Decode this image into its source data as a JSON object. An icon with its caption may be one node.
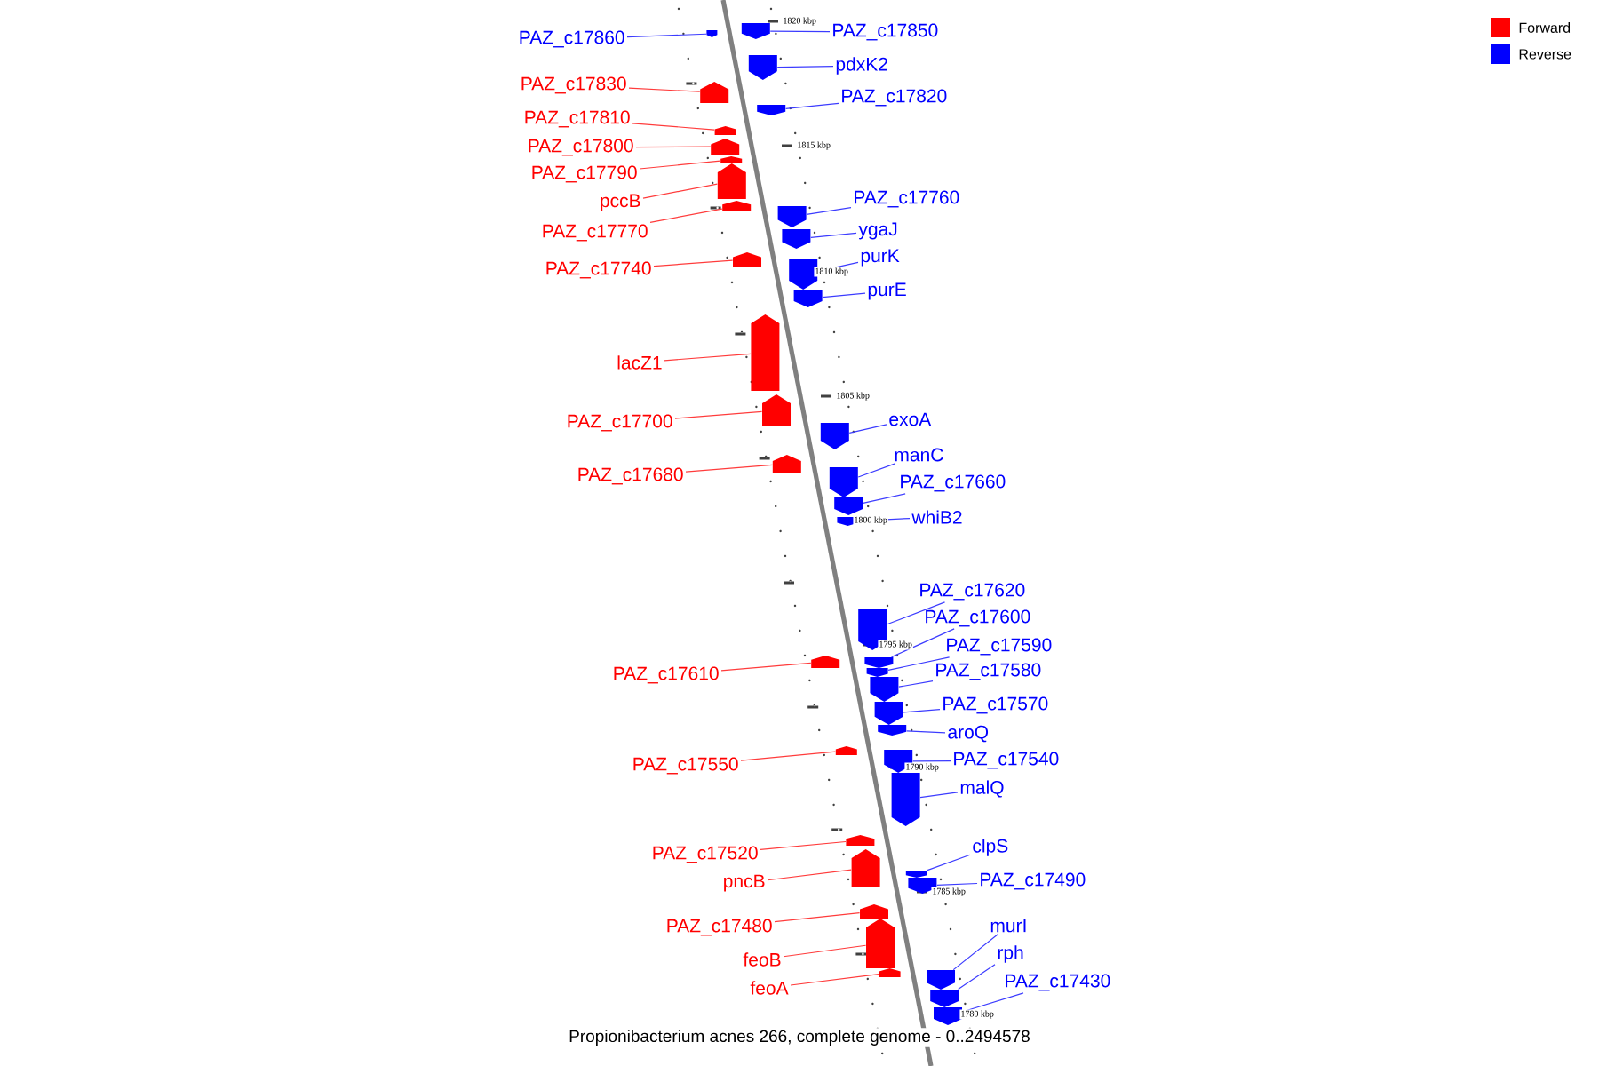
{
  "diagram": {
    "caption": "Propionibacterium acnes 266, complete genome - 0..2494578",
    "nodes": [
      {
        "text": [
          "PAZ_c17850"
        ]
      },
      {
        "text": [],
        "shape": "pentagon"
      },
      {
        "text": [
          "PAZ_c17860"
        ]
      },
      {
        "text": [],
        "shape": "pentagon"
      },
      {
        "text": [
          "pdxK2"
        ]
      },
      {
        "text": [],
        "shape": "pentagon"
      },
      {
        "text": [
          "PAZ_c17830"
        ]
      },
      {
        "text": [],
        "shape": "pentagon"
      },
      {
        "text": [
          "PAZ_c17820"
        ]
      },
      {
        "text": [],
        "shape": "pentagon"
      },
      {
        "text": [
          "PAZ_c17810"
        ]
      },
      {
        "text": [],
        "shape": "pentagon"
      },
      {
        "text": [
          "PAZ_c17800"
        ]
      },
      {
        "text": [],
        "shape": "pentagon"
      },
      {
        "text": [
          "PAZ_c17790"
        ]
      },
      {
        "text": [],
        "shape": "pentagon"
      },
      {
        "text": [
          "pccB"
        ]
      },
      {
        "text": [],
        "shape": "pentagon"
      },
      {
        "text": [
          "PAZ_c17760"
        ]
      },
      {
        "text": [],
        "shape": "pentagon"
      },
      {
        "text": [
          "PAZ_c17770"
        ]
      },
      {
        "text": [],
        "shape": "pentagon"
      },
      {
        "text": [
          "ygaJ"
        ]
      },
      {
        "text": [],
        "shape": "pentagon"
      },
      {
        "text": [
          "purK"
        ]
      },
      {
        "text": [],
        "shape": "pentagon"
      },
      {
        "text": [
          "PAZ_c17740"
        ]
      },
      {
        "text": [],
        "shape": "pentagon"
      },
      {
        "text": [
          "purE"
        ]
      },
      {
        "text": [],
        "shape": "pentagon"
      },
      {
        "text": [
          "lacZ1"
        ]
      },
      {
        "text": [],
        "shape": "pentagon"
      },
      {
        "text": [
          "exoA"
        ]
      },
      {
        "text": [],
        "shape": "pentagon"
      },
      {
        "text": [
          "PAZ_c17700"
        ]
      },
      {
        "text": [],
        "shape": "pentagon"
      },
      {
        "text": [
          "manC"
        ]
      },
      {
        "text": [],
        "shape": "pentagon"
      },
      {
        "text": [
          "PAZ_c17680"
        ]
      },
      {
        "text": [],
        "shape": "pentagon"
      },
      {
        "text": [
          "PAZ_c17660"
        ]
      },
      {
        "text": [],
        "shape": "pentagon"
      },
      {
        "text": [
          "whiB2"
        ]
      },
      {
        "text": [],
        "shape": "pentagon"
      },
      {
        "text": [
          "PAZ_c17620"
        ]
      },
      {
        "text": [],
        "shape": "pentagon"
      },
      {
        "text": [
          "PAZ_c17600"
        ]
      },
      {
        "text": [],
        "shape": "pentagon"
      },
      {
        "text": [
          "PAZ_c17590"
        ]
      },
      {
        "text": [],
        "shape": "pentagon"
      },
      {
        "text": [
          "PAZ_c17610"
        ]
      },
      {
        "text": [],
        "shape": "pentagon"
      },
      {
        "text": [
          "PAZ_c17580"
        ]
      },
      {
        "text": [],
        "shape": "pentagon"
      },
      {
        "text": [
          "PAZ_c17570"
        ]
      },
      {
        "text": [],
        "shape": "pentagon"
      },
      {
        "text": [
          "aroQ"
        ]
      },
      {
        "text": [],
        "shape": "pentagon"
      },
      {
        "text": [
          "PAZ_c17540"
        ]
      },
      {
        "text": [],
        "shape": "pentagon"
      },
      {
        "text": [
          "PAZ_c17550"
        ]
      },
      {
        "text": [],
        "shape": "pentagon"
      },
      {
        "text": [
          "malQ"
        ]
      },
      {
        "text": [],
        "shape": "pentagon"
      },
      {
        "text": [
          "clpS"
        ]
      },
      {
        "text": [],
        "shape": "pentagon"
      },
      {
        "text": [
          "PAZ_c17520"
        ]
      },
      {
        "text": [],
        "shape": "pentagon"
      },
      {
        "text": [
          "PAZ_c17490"
        ]
      },
      {
        "text": [],
        "shape": "pentagon"
      },
      {
        "text": [
          "pncB"
        ]
      },
      {
        "text": [],
        "shape": "pentagon"
      },
      {
        "text": [
          "PAZ_c17480"
        ]
      },
      {
        "text": [],
        "shape": "pentagon"
      },
      {
        "text": [
          "murI"
        ]
      },
      {
        "text": [],
        "shape": "pentagon"
      },
      {
        "text": [
          "rph"
        ]
      },
      {
        "text": [],
        "shape": "pentagon"
      },
      {
        "text": [
          "feoB"
        ]
      },
      {
        "text": [],
        "shape": "pentagon"
      },
      {
        "text": [
          "PAZ_c17430"
        ]
      },
      {
        "text": [],
        "shape": "pentagon"
      },
      {
        "text": [
          "feoA"
        ]
      },
      {
        "text": [],
        "shape": "pentagon"
      }
    ],
    "edges": [
      {
        "from": 0,
        "to": 1,
        "arrow": "none"
      },
      {
        "from": 2,
        "to": 3,
        "arrow": "none"
      },
      {
        "from": 4,
        "to": 5,
        "arrow": "none"
      },
      {
        "from": 6,
        "to": 7,
        "arrow": "none",
        "color": "#ff3c3c"
      },
      {
        "from": 8,
        "to": 9,
        "arrow": "none"
      },
      {
        "from": 10,
        "to": 11,
        "arrow": "none",
        "color": "#ff3c3c"
      },
      {
        "from": 12,
        "to": 13,
        "arrow": "none",
        "color": "#ff3c3c"
      },
      {
        "from": 14,
        "to": 15,
        "arrow": "none",
        "color": "#ff3c3c"
      },
      {
        "from": 16,
        "to": 17,
        "arrow": "none",
        "color": "#ff3c3c"
      },
      {
        "from": 18,
        "to": 19,
        "arrow": "none"
      },
      {
        "from": 20,
        "to": 21,
        "arrow": "none",
        "color": "#ff3c3c"
      },
      {
        "from": 22,
        "to": 23,
        "arrow": "none"
      },
      {
        "from": 24,
        "to": 25,
        "arrow": "none"
      },
      {
        "from": 26,
        "to": 27,
        "arrow": "none",
        "color": "#ff3c3c"
      },
      {
        "from": 28,
        "to": 29,
        "arrow": "none"
      },
      {
        "from": 30,
        "to": 31,
        "arrow": "none",
        "color": "#ff3c3c"
      },
      {
        "from": 32,
        "to": 33,
        "arrow": "none"
      },
      {
        "from": 34,
        "to": 35,
        "arrow": "none",
        "color": "#ff3c3c"
      },
      {
        "from": 36,
        "to": 37,
        "arrow": "none"
      },
      {
        "from": 38,
        "to": 39,
        "arrow": "none",
        "color": "#ff3c3c"
      },
      {
        "from": 40,
        "to": 41,
        "arrow": "none"
      },
      {
        "from": 42,
        "to": 43,
        "arrow": "none"
      },
      {
        "from": 44,
        "to": 45,
        "arrow": "none"
      },
      {
        "from": 46,
        "to": 47,
        "arrow": "none"
      },
      {
        "from": 48,
        "to": 49,
        "arrow": "none"
      },
      {
        "from": 50,
        "to": 51,
        "arrow": "none",
        "color": "#ff3c3c"
      },
      {
        "from": 52,
        "to": 53,
        "arrow": "none"
      },
      {
        "from": 54,
        "to": 55,
        "arrow": "none"
      },
      {
        "from": 56,
        "to": 57,
        "arrow": "none"
      },
      {
        "from": 58,
        "to": 59,
        "arrow": "none"
      },
      {
        "from": 60,
        "to": 61,
        "arrow": "none",
        "color": "#ff3c3c"
      },
      {
        "from": 62,
        "to": 63,
        "arrow": "none"
      },
      {
        "from": 64,
        "to": 65,
        "arrow": "none"
      },
      {
        "from": 66,
        "to": 67,
        "arrow": "none",
        "color": "#ff3c3c"
      },
      {
        "from": 68,
        "to": 69,
        "arrow": "none"
      },
      {
        "from": 70,
        "to": 71,
        "arrow": "none",
        "color": "#ff3c3c"
      },
      {
        "from": 72,
        "to": 73,
        "arrow": "none",
        "color": "#ff3c3c"
      },
      {
        "from": 74,
        "to": 75,
        "arrow": "none"
      },
      {
        "from": 76,
        "to": 77,
        "arrow": "none"
      },
      {
        "from": 78,
        "to": 79,
        "arrow": "none",
        "color": "#ff3c3c"
      },
      {
        "from": 80,
        "to": 81,
        "arrow": "none"
      },
      {
        "from": 82,
        "to": 83,
        "arrow": "none",
        "color": "#ff3c3c"
      }
    ],
    "labels": [
      "1820 kbp",
      "1815 kbp",
      "1810 kbp",
      "1805 kbp",
      "1800 kbp",
      "1795 kbp",
      "1790 kbp",
      "1785 kbp",
      "1780 kbp"
    ],
    "legend": [
      {
        "text": "Forward",
        "color": "#ff0000"
      },
      {
        "text": "Reverse",
        "color": "#0000ff"
      }
    ]
  }
}
